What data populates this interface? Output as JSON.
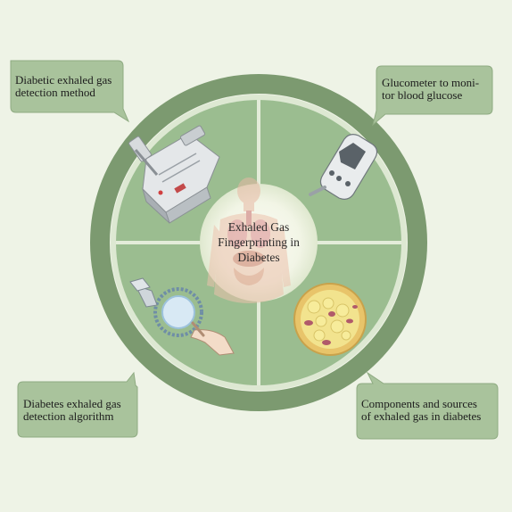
{
  "center": {
    "lines": [
      "Exhaled Gas",
      "Fingerprinting in",
      "Diabetes"
    ]
  },
  "callouts": {
    "top_left": [
      "Diabetic exhaled gas",
      "detection method"
    ],
    "top_right": [
      "Glucometer to moni-",
      "tor blood glucose"
    ],
    "bottom_left": [
      "Diabetes exhaled gas",
      "detection algorithm"
    ],
    "bottom_right": [
      "Components and sources",
      "of exhaled gas in diabetes"
    ]
  },
  "colors": {
    "background": "#eef3e6",
    "outer_ring": "#7c9a70",
    "quadrant_fill": "#9bbd90",
    "divider": "#e3ecd9",
    "callout_fill": "#a9c39c",
    "center_fill": "#f3f6e8"
  },
  "icons": {
    "top_left": "gas-analyzer-device-icon",
    "top_right": "glucometer-icon",
    "bottom_left": "ai-algorithm-hand-icon",
    "bottom_right": "cell-components-icon",
    "center": "human-anatomy-icon"
  }
}
